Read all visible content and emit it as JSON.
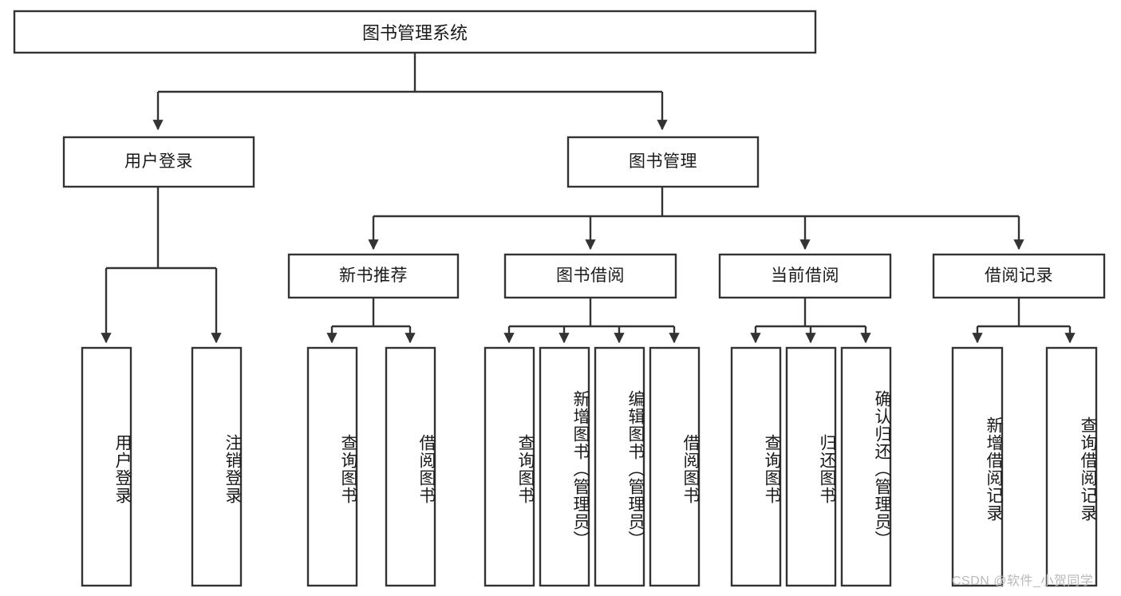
{
  "diagram": {
    "title": "图书管理系统",
    "watermark": "CSDN @软件_小贺同学",
    "colors": {
      "stroke": "#333333",
      "box_fill": "#ffffff",
      "text": "#1a1a1a",
      "watermark": "#b9b9b9",
      "background": "#ffffff"
    },
    "root": {
      "label": "图书管理系统"
    },
    "level2": [
      {
        "label": "用户登录"
      },
      {
        "label": "图书管理"
      }
    ],
    "level3": [
      {
        "label": "新书推荐"
      },
      {
        "label": "图书借阅"
      },
      {
        "label": "当前借阅"
      },
      {
        "label": "借阅记录"
      }
    ],
    "leaves": {
      "user_login": [
        {
          "label": "用户登录"
        },
        {
          "label": "注销登录"
        }
      ],
      "new_book_recommend": [
        {
          "label": "查询图书"
        },
        {
          "label": "借阅图书"
        }
      ],
      "book_borrow": [
        {
          "label": "查询图书"
        },
        {
          "label": "新增图书（管理员）"
        },
        {
          "label": "编辑图书（管理员）"
        },
        {
          "label": "借阅图书"
        }
      ],
      "current_borrow": [
        {
          "label": "查询图书"
        },
        {
          "label": "归还图书"
        },
        {
          "label": "确认归还（管理员）"
        }
      ],
      "borrow_record": [
        {
          "label": "新增借阅记录"
        },
        {
          "label": "查询借阅记录"
        }
      ]
    }
  }
}
